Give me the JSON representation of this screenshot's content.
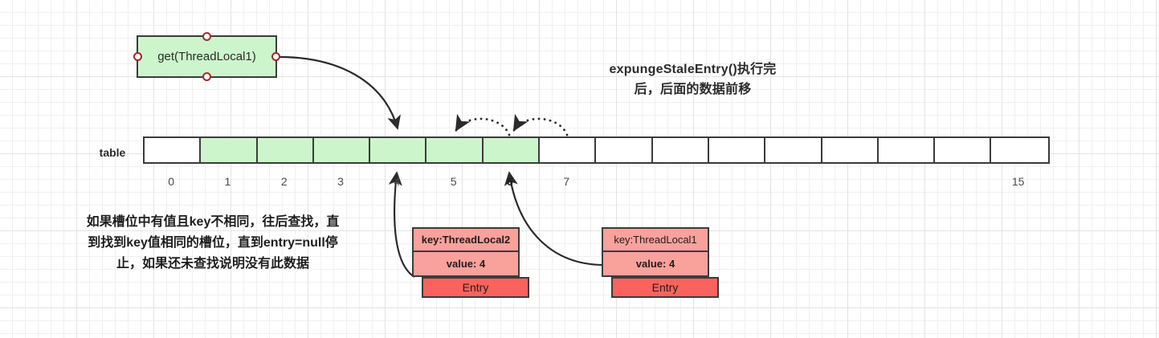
{
  "diagram": {
    "title_line1": "expungeStaleEntry()执行完",
    "title_line2": "后，后面的数据前移",
    "colors": {
      "filled_cell": "#ccf5cc",
      "node_fill": "#ccf5cc",
      "entry_kv_fill": "#f9a19b",
      "entry_footer_fill": "#fa625d",
      "stroke": "#3b3b3b",
      "port_stroke": "#9e2a2a"
    }
  },
  "get_node": {
    "label": "get(ThreadLocal1)"
  },
  "table": {
    "label": "table",
    "cells": [
      {
        "index": "0",
        "filled": false,
        "bold_index": false
      },
      {
        "index": "1",
        "filled": true,
        "bold_index": false
      },
      {
        "index": "2",
        "filled": true,
        "bold_index": false
      },
      {
        "index": "3",
        "filled": true,
        "bold_index": false
      },
      {
        "index": "4",
        "filled": true,
        "bold_index": false
      },
      {
        "index": "5",
        "filled": true,
        "bold_index": false
      },
      {
        "index": "6",
        "filled": true,
        "bold_index": true
      },
      {
        "index": "7",
        "filled": false,
        "bold_index": false
      },
      {
        "index": "8",
        "filled": false,
        "bold_index": false
      },
      {
        "index": "9",
        "filled": false,
        "bold_index": false
      },
      {
        "index": "10",
        "filled": false,
        "bold_index": false
      },
      {
        "index": "11",
        "filled": false,
        "bold_index": false
      },
      {
        "index": "12",
        "filled": false,
        "bold_index": false
      },
      {
        "index": "13",
        "filled": false,
        "bold_index": false
      },
      {
        "index": "14",
        "filled": false,
        "bold_index": false
      },
      {
        "index": "15",
        "filled": false,
        "bold_index": false
      }
    ],
    "visible_index_labels": [
      "0",
      "1",
      "2",
      "3",
      "4",
      "5",
      "6",
      "7",
      "",
      "",
      "",
      "",
      "",
      "",
      "",
      "15"
    ]
  },
  "left_note": {
    "line1": "如果槽位中有值且key不相同，往后查找，直",
    "line2": "到找到key值相同的槽位，直到entry=null停",
    "line3": "止，如果还未查找说明没有此数据"
  },
  "entries": [
    {
      "id": "entry-left",
      "key": "key:ThreadLocal2",
      "key_bold": true,
      "value": "value: 4",
      "value_bold": true,
      "footer": "Entry"
    },
    {
      "id": "entry-right",
      "key": "key:ThreadLocal1",
      "key_bold": false,
      "value": "value: 4",
      "value_bold": true,
      "footer": "Entry"
    }
  ],
  "connectors": [
    {
      "name": "get-to-slot4",
      "style": "solid",
      "from": "get(ThreadLocal1) right port",
      "to": "table slot 4 top"
    },
    {
      "name": "entry2-to-slot4",
      "style": "solid",
      "from": "key:ThreadLocal2 entry",
      "to": "table slot 4 bottom"
    },
    {
      "name": "entry1-to-slot6",
      "style": "solid",
      "from": "key:ThreadLocal1 entry",
      "to": "table slot 6 bottom"
    },
    {
      "name": "shift-slot6-to-slot5",
      "style": "dotted",
      "from": "table slot 6",
      "to": "table slot 5"
    },
    {
      "name": "shift-slot7-to-slot6",
      "style": "dotted",
      "from": "table slot 7",
      "to": "table slot 6"
    }
  ]
}
